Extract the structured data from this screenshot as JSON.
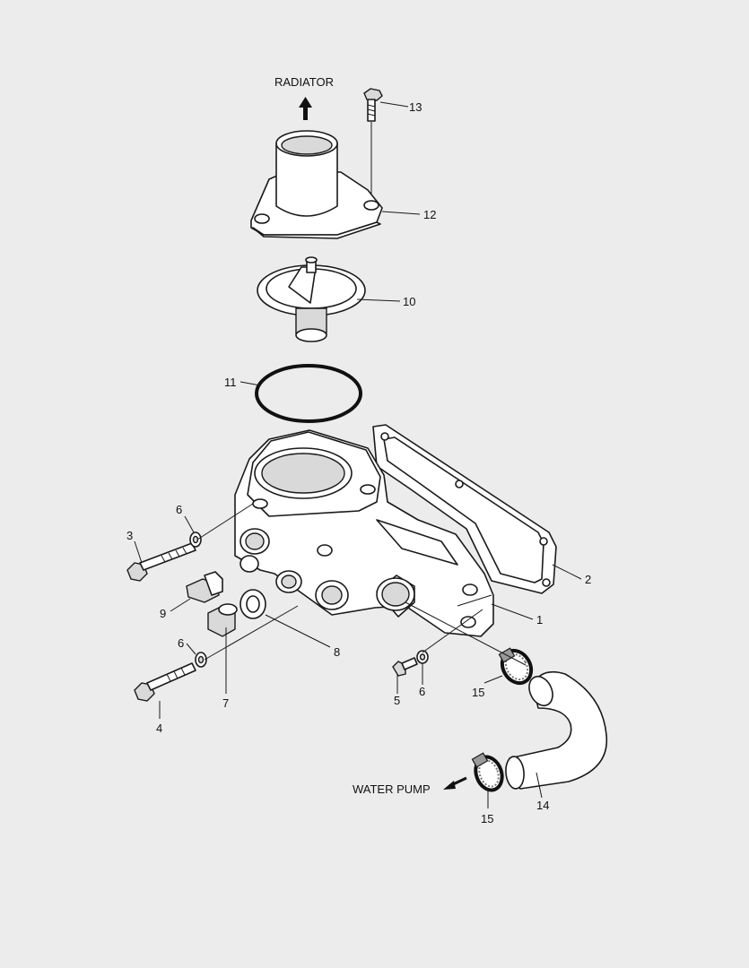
{
  "labels": {
    "radiator": "RADIATOR",
    "water_pump": "WATER PUMP"
  },
  "callouts": [
    "13",
    "12",
    "10",
    "11",
    "2",
    "1",
    "6",
    "3",
    "9",
    "6",
    "7",
    "4",
    "8",
    "5",
    "6",
    "15",
    "15",
    "14"
  ]
}
